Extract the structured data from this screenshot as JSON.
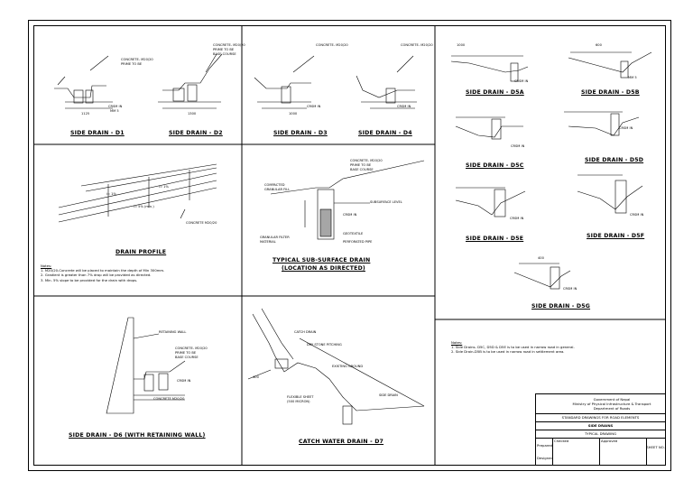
{
  "titles": {
    "d1": "SIDE DRAIN - D1",
    "d2": "SIDE DRAIN - D2",
    "d3": "SIDE DRAIN - D3",
    "d4": "SIDE DRAIN - D4",
    "d5a": "SIDE DRAIN - D5A",
    "d5b": "SIDE DRAIN - D5B",
    "d5c": "SIDE DRAIN - D5C",
    "d5d": "SIDE DRAIN - D5D",
    "d5e": "SIDE DRAIN - D5E",
    "d5f": "SIDE DRAIN - D5F",
    "d5g": "SIDE DRAIN - D5G",
    "profile": "DRAIN PROFILE",
    "subsurface_1": "TYPICAL SUB-SURFACE DRAIN",
    "subsurface_2": "(LOCATION AS DIRECTED)",
    "d6": "SIDE DRAIN - D6 (WITH RETAINING WALL)",
    "d7": "CATCH WATER DRAIN - D7"
  },
  "annotations": {
    "concrete": "CONCRETE- M20/20",
    "prime": "PRIME TO BE",
    "base": "BASE COURSE",
    "crsm": "CRSM IN",
    "mm5": "MM 5",
    "concrete_m20": "CONCRETE M20/20",
    "compacted": "COMPACTED",
    "granular_fill": "GRANULAR FILL",
    "subsurface_level": "SUBSURFACE LEVEL",
    "geotextile": "GEOTEXTILE",
    "perforated_pipe": "PERFORATED PIPE",
    "granular_filter": "GRANULAR FILTER",
    "material": "MATERIAL",
    "retaining_wall": "RETAINING WALL",
    "catch_drain": "CATCH DRAIN",
    "dry_stone": "DRY STONE PITCHING",
    "existing_ground": "EXISTING GROUND",
    "flexible_sheet": "FLEXIBLE SHEET",
    "micron": "(500 MICRON)",
    "side_drain": "SIDE DRAIN",
    "slope_1": "i= 1%",
    "slope_2": "i= 1%",
    "slope_3": "i= 5% (min.)",
    "dim_1125": "1125",
    "dim_1300": "1300",
    "dim_1000": "1000",
    "dim_400": "400",
    "dim_500": "500",
    "dim_600": "600"
  },
  "notes_left": {
    "heading": "Notes:",
    "lines": [
      "1.  M20/20-Concrete will be placed to maintain the depth of Min 300mm.",
      "2.  Gradient is greater than 7% drop will be provided as directed.",
      "3.  Min. 5% slope to be provided for the drain with drops."
    ]
  },
  "notes_right": {
    "heading": "Notes:",
    "lines": [
      "1.  Side Drains- D5C, D5D & D5E is to be used in narrow road in general.",
      "2.  Side Drain-D5B is to be used in narrow road in settlement area."
    ]
  },
  "title_block": {
    "org_1": "Government of Nepal",
    "org_2": "Ministry of Physical Infrastructure & Transport",
    "org_3": "Department of Roads",
    "standard": "STANDARD DRAWINGS FOR ROAD ELEMENTS",
    "drawing_name": "SIDE DRAINS",
    "drawing_type": "TYPICAL DRAWING",
    "sheet": "SHEET NO.",
    "prepared": "Prepared",
    "designed": "Designed",
    "checked": "Checked",
    "approved": "Approved"
  }
}
